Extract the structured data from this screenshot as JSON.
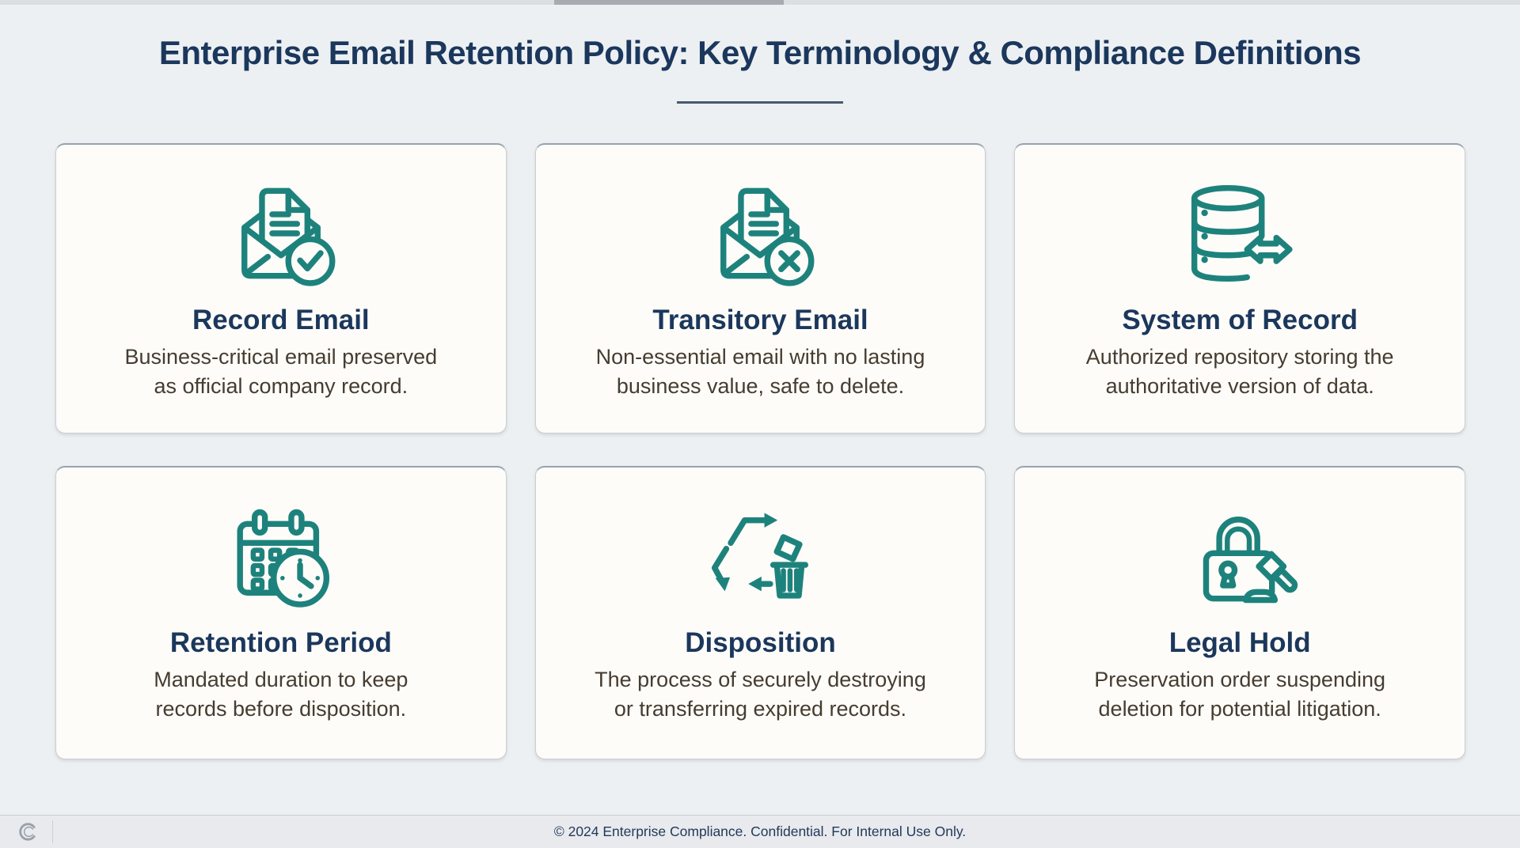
{
  "page": {
    "background_color": "#edf0f3",
    "accent_teal": "#1e827c",
    "heading_navy": "#1b375c",
    "body_text_color": "#463c30",
    "card_background": "#fdfcf9"
  },
  "header": {
    "title": "Enterprise Email Retention Policy: Key Terminology & Compliance Definitions"
  },
  "cards": [
    {
      "icon": "record-email-icon",
      "title": "Record Email",
      "description_line1": "Business-critical email preserved",
      "description_line2": "as official company record."
    },
    {
      "icon": "transitory-email-icon",
      "title": "Transitory Email",
      "description_line1": "Non-essential email with no lasting",
      "description_line2": "business value, safe to delete."
    },
    {
      "icon": "system-of-record-icon",
      "title": "System of Record",
      "description_line1": "Authorized repository storing the",
      "description_line2": "authoritative version of data."
    },
    {
      "icon": "retention-period-icon",
      "title": "Retention Period",
      "description_line1": "Mandated duration to keep",
      "description_line2": "records before disposition."
    },
    {
      "icon": "disposition-icon",
      "title": "Disposition",
      "description_line1": "The process of securely destroying",
      "description_line2": "or transferring expired records."
    },
    {
      "icon": "legal-hold-icon",
      "title": "Legal Hold",
      "description_line1": "Preservation order suspending",
      "description_line2": "deletion for potential litigation."
    }
  ],
  "footer": {
    "copyright": "© 2024 Enterprise Compliance. Confidential. For Internal Use Only.",
    "logo": "compliance-logo"
  }
}
